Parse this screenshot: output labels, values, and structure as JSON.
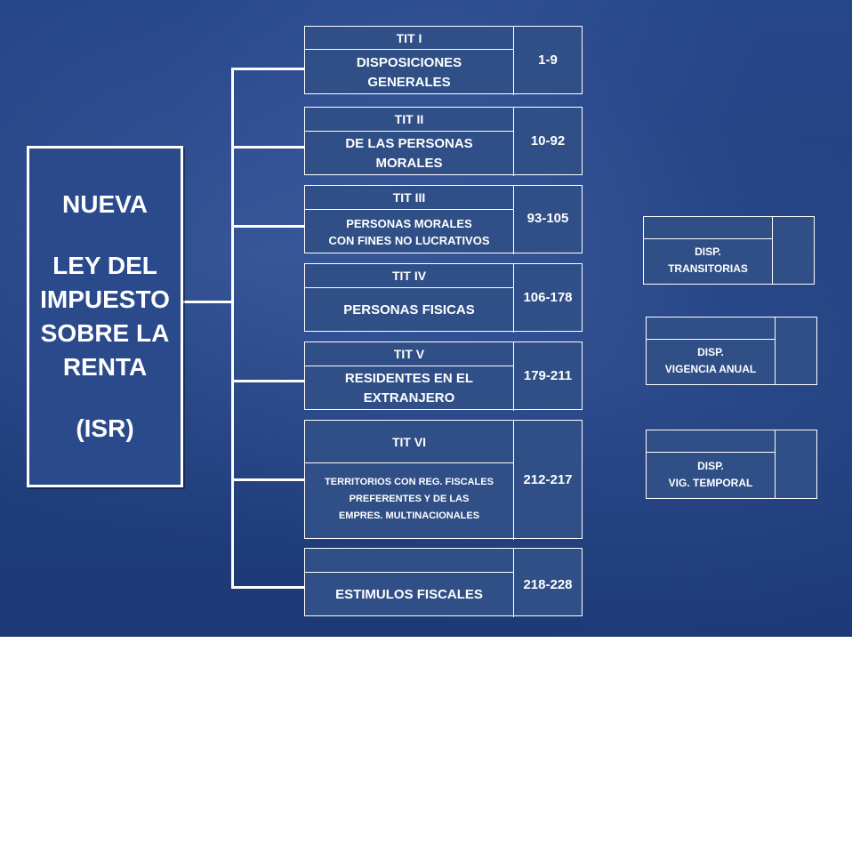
{
  "main": {
    "line1": "NUEVA",
    "line2": "LEY DEL",
    "line3": "IMPUESTO",
    "line4": "SOBRE LA",
    "line5": "RENTA",
    "line6": "(ISR)"
  },
  "titles": [
    {
      "header": "TIT I",
      "body": [
        "DISPOSICIONES",
        "GENERALES"
      ],
      "range": "1-9"
    },
    {
      "header": "TIT II",
      "body": [
        "DE LAS PERSONAS",
        "MORALES"
      ],
      "range": "10-92"
    },
    {
      "header": "TIT III",
      "body": [
        "PERSONAS MORALES",
        "CON FINES NO LUCRATIVOS"
      ],
      "range": "93-105"
    },
    {
      "header": "TIT IV",
      "body": [
        "PERSONAS FISICAS"
      ],
      "range": "106-178"
    },
    {
      "header": "TIT V",
      "body": [
        "RESIDENTES EN EL",
        "EXTRANJERO"
      ],
      "range": "179-211"
    },
    {
      "header": "TIT VI",
      "body": [
        "TERRITORIOS CON REG. FISCALES",
        "PREFERENTES Y DE LAS",
        "EMPRES. MULTINACIONALES"
      ],
      "range": "212-217"
    },
    {
      "header": "",
      "body": [
        "ESTIMULOS FISCALES"
      ],
      "range": "218-228"
    }
  ],
  "side": [
    {
      "lines": [
        "DISP.",
        "TRANSITORIAS"
      ]
    },
    {
      "lines": [
        "DISP.",
        "VIGENCIA ANUAL"
      ]
    },
    {
      "lines": [
        "DISP.",
        "VIG. TEMPORAL"
      ]
    }
  ]
}
